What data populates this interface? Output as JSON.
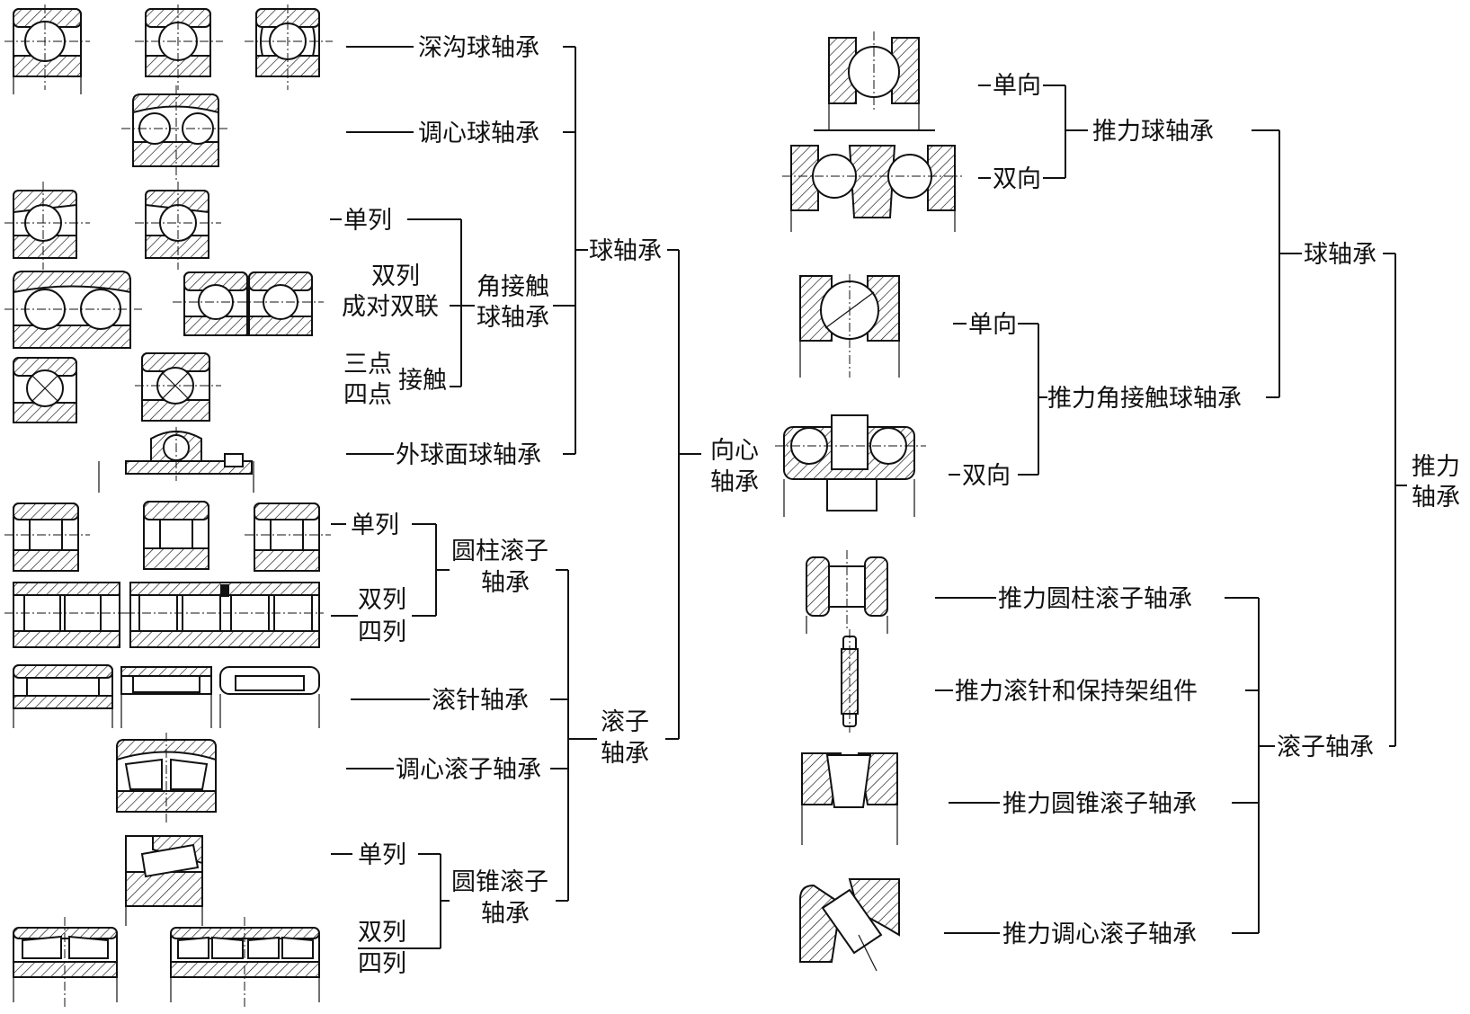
{
  "radial": {
    "root": [
      "向心",
      "轴承"
    ],
    "ball": {
      "title": "球轴承",
      "deep_groove": "深沟球轴承",
      "self_aligning": "调心球轴承",
      "angular": {
        "title": [
          "角接触",
          "球轴承"
        ],
        "single": "单列",
        "double": [
          "双列",
          "成对双联"
        ],
        "point": [
          "三点",
          "四点"
        ],
        "contact": "接触"
      },
      "spherical_outer": "外球面球轴承"
    },
    "roller": {
      "title": [
        "滚子",
        "轴承"
      ],
      "cylindrical": {
        "title": [
          "圆柱滚子",
          "轴承"
        ],
        "single": "单列",
        "multi": [
          "双列",
          "四列"
        ]
      },
      "needle": "滚针轴承",
      "self_aligning": "调心滚子轴承",
      "tapered": {
        "title": [
          "圆锥滚子",
          "轴承"
        ],
        "single": "单列",
        "multi": [
          "双列",
          "四列"
        ]
      }
    }
  },
  "thrust": {
    "root": [
      "推力",
      "轴承"
    ],
    "ball": {
      "title": "球轴承",
      "thrust_ball": {
        "title": "推力球轴承",
        "one_way": "单向",
        "two_way": "双向"
      },
      "thrust_angular": {
        "title": "推力角接触球轴承",
        "one_way": "单向",
        "two_way": "双向"
      }
    },
    "roller": {
      "title": "滚子轴承",
      "cylindrical": "推力圆柱滚子轴承",
      "needle_cage": "推力滚针和保持架组件",
      "tapered": "推力圆锥滚子轴承",
      "self_aligning": "推力调心滚子轴承"
    }
  }
}
